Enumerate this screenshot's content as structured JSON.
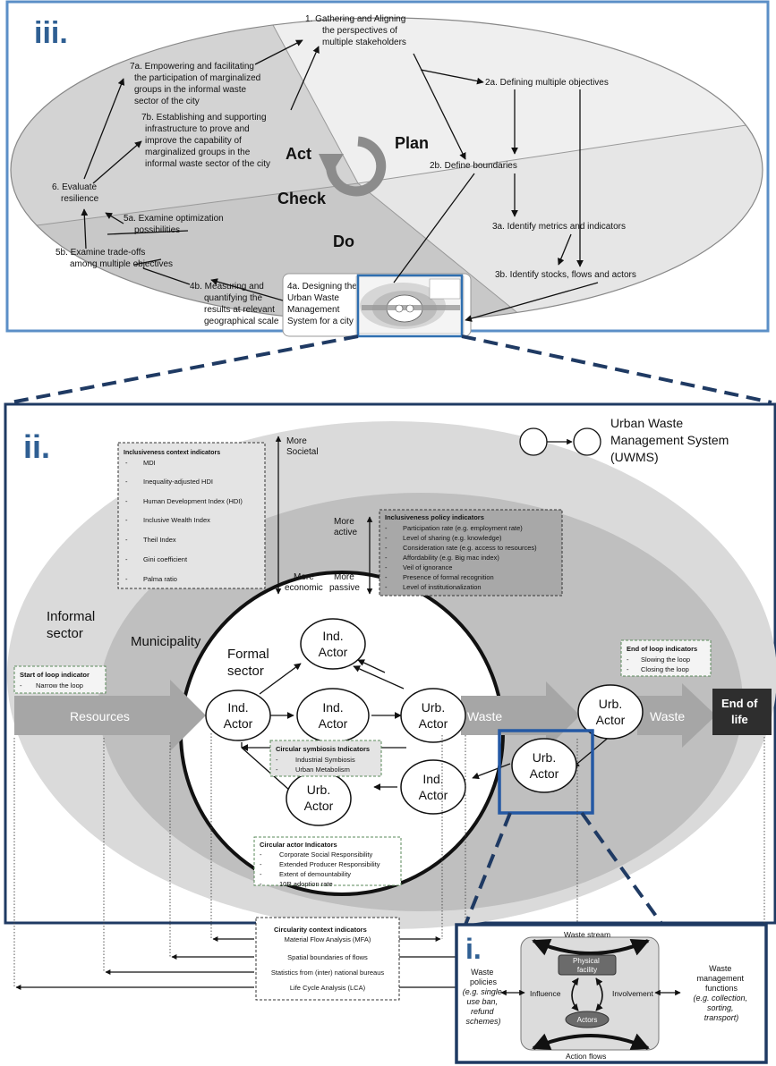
{
  "panel_iii": {
    "label": "iii.",
    "phases": {
      "act": "Act",
      "plan": "Plan",
      "check": "Check",
      "do": "Do"
    },
    "steps": {
      "s1": [
        "1.   Gathering and Aligning",
        "the perspectives of",
        "multiple stakeholders"
      ],
      "s2a": [
        "2a. Defining multiple objectives"
      ],
      "s2b": [
        "2b. Define boundaries"
      ],
      "s3a": [
        "3a. Identify metrics and indicators"
      ],
      "s3b": [
        "3b. Identify stocks, flows and actors"
      ],
      "s4a": [
        "4a. Designing the",
        "Urban Waste",
        "Management",
        "System for a city"
      ],
      "s4b": [
        "4b. Measuring and",
        "quantifying the",
        "results at relevant",
        "geographical scale"
      ],
      "s5a": [
        "5a. Examine optimization",
        "possibilities"
      ],
      "s5b": [
        "5b. Examine trade-offs",
        "among multiple objectives"
      ],
      "s6": [
        "6. Evaluate",
        "resilience"
      ],
      "s7a": [
        "7a. Empowering and facilitating",
        "the participation of marginalized",
        "groups in the informal waste",
        "sector of the city"
      ],
      "s7b": [
        "7b. Establishing and supporting",
        "infrastructure to prove and",
        "improve the capability of",
        "marginalized groups in the",
        "informal waste sector of the city"
      ]
    }
  },
  "panel_ii": {
    "label": "ii.",
    "legend": [
      "Urban Waste",
      "Management System",
      "(UWMS)"
    ],
    "inclusiveness_context": {
      "title": "Inclusiveness context indicators",
      "items": [
        "MDI",
        "Inequality-adjusted HDI",
        "Human Development Index (HDI)",
        "Inclusive Wealth Index",
        "Theil Index",
        "Gini coefficient",
        "Palma ratio"
      ]
    },
    "axis_societal": {
      "top": [
        "More",
        "Societal"
      ],
      "bottom": [
        "More",
        "economic"
      ]
    },
    "axis_active": {
      "top": [
        "More",
        "active"
      ],
      "bottom": [
        "More",
        "passive"
      ]
    },
    "inclusiveness_policy": {
      "title": "Inclusiveness policy indicators",
      "items": [
        "Participation rate (e.g. employment rate)",
        "Level of sharing (e.g. knowledge)",
        "Consideration rate (e.g. access to resources)",
        "Affordability (e.g. Big mac index)",
        "Veil of ignorance",
        "Presence of formal recognition",
        "Level of institutionalization"
      ]
    },
    "zones": {
      "informal": [
        "Informal",
        "sector"
      ],
      "municipality": "Municipality",
      "formal": [
        "Formal",
        "sector"
      ]
    },
    "actor_ind": [
      "Ind.",
      "Actor"
    ],
    "actor_urb": [
      "Urb.",
      "Actor"
    ],
    "flows": {
      "resources": "Resources",
      "waste": "Waste",
      "end_of_life": [
        "End of",
        "life"
      ]
    },
    "start_loop": {
      "title": "Start of loop indicator",
      "items": [
        "Narrow the loop"
      ]
    },
    "end_loop": {
      "title": "End of loop indicators",
      "items": [
        "Slowing the loop",
        "Closing the loop"
      ]
    },
    "symbiosis": {
      "title": "Circular symbiosis Indicators",
      "items": [
        "Industrial Symbiosis",
        "Urban Metabolism"
      ]
    },
    "circular_actor": {
      "title": "Circular actor Indicators",
      "items": [
        "Corporate Social Responsibility",
        "Extended Producer Responsibility",
        "Extent of demountability",
        "10R adoption rate"
      ]
    },
    "circularity_context": {
      "title": "Circularity context indicators",
      "items": [
        "Material Flow Analysis (MFA)",
        "Spatial boundaries of flows",
        "Statistics from (inter) national bureaus",
        "Life Cycle Analysis (LCA)"
      ]
    }
  },
  "panel_i": {
    "label": "i.",
    "waste_stream": "Waste stream",
    "physical_facility": [
      "Physical",
      "facility"
    ],
    "actors": "Actors",
    "influence": "Influence",
    "involvement": "Involvement",
    "action_flows": "Action flows",
    "waste_policies": [
      "Waste",
      "policies"
    ],
    "waste_policies_eg": [
      "(e.g. single",
      "use ban,",
      "refund",
      "schemes)"
    ],
    "waste_functions": [
      "Waste",
      "management",
      "functions"
    ],
    "waste_functions_eg": [
      "(e.g. collection,",
      "sorting,",
      "transport)"
    ]
  },
  "colors": {
    "frame_light": "#5b8fc7",
    "frame_dark": "#1f3a63",
    "roman": "#2f5f93",
    "arrow_grey": "#a6a6a6",
    "end_of_life_bg": "#2e2e2e"
  }
}
